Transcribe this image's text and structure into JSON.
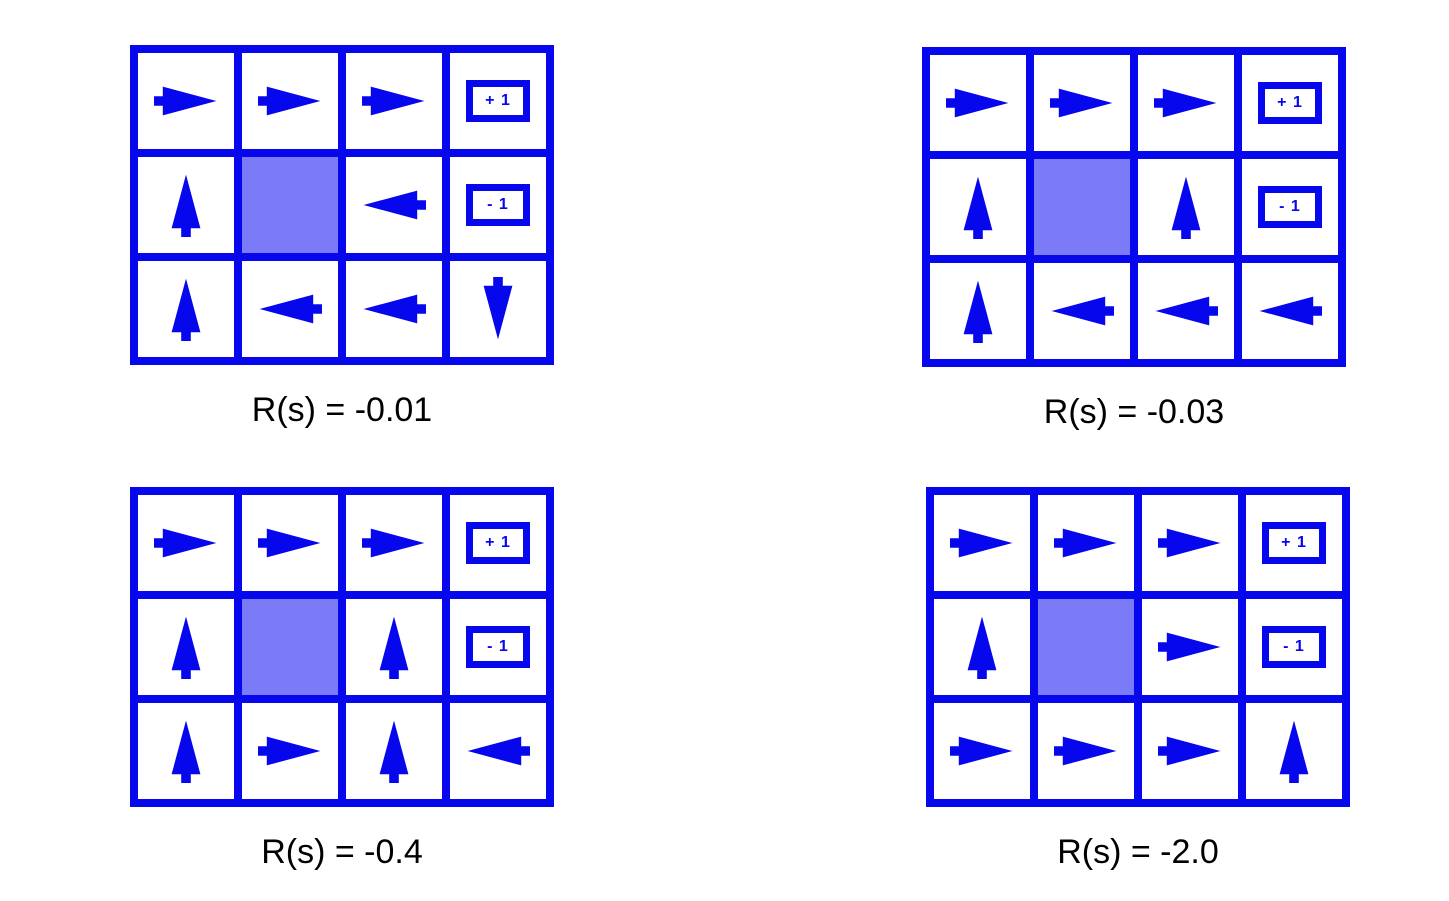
{
  "colors": {
    "blue": "#0707ee",
    "wall": "#7b7bf8",
    "background": "#ffffff",
    "label": "#000000"
  },
  "terminals": {
    "plus_label": "+ 1",
    "minus_label": "- 1"
  },
  "grids": [
    {
      "label": "R(s) = -0.01",
      "cells": [
        [
          "right",
          "right",
          "right",
          "plus1"
        ],
        [
          "up",
          "wall",
          "left",
          "minus1"
        ],
        [
          "up",
          "left",
          "left",
          "down"
        ]
      ]
    },
    {
      "label": "R(s) = -0.03",
      "cells": [
        [
          "right",
          "right",
          "right",
          "plus1"
        ],
        [
          "up",
          "wall",
          "up",
          "minus1"
        ],
        [
          "up",
          "left",
          "left",
          "left"
        ]
      ]
    },
    {
      "label": "R(s) = -0.4",
      "cells": [
        [
          "right",
          "right",
          "right",
          "plus1"
        ],
        [
          "up",
          "wall",
          "up",
          "minus1"
        ],
        [
          "up",
          "right",
          "up",
          "left"
        ]
      ]
    },
    {
      "label": "R(s) = -2.0",
      "cells": [
        [
          "right",
          "right",
          "right",
          "plus1"
        ],
        [
          "up",
          "wall",
          "right",
          "minus1"
        ],
        [
          "right",
          "right",
          "right",
          "up"
        ]
      ]
    }
  ]
}
